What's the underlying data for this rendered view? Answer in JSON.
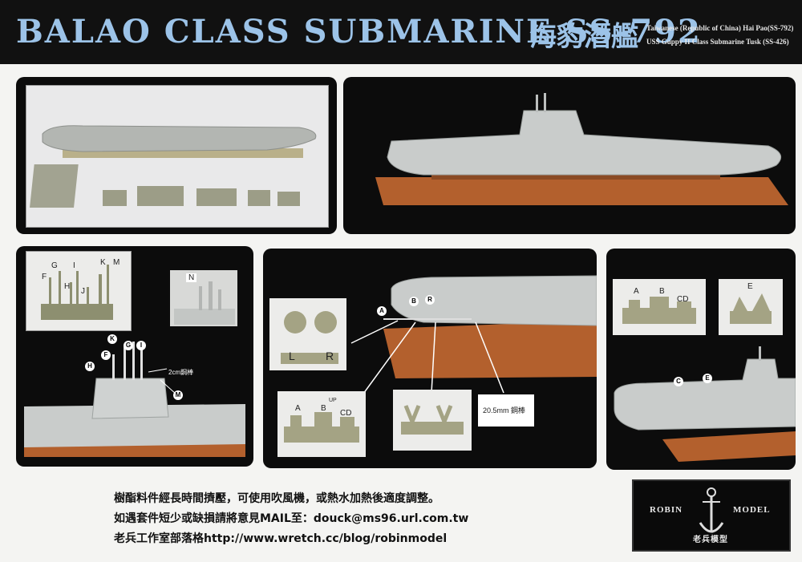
{
  "header": {
    "title": "BALAO CLASS SUBMARINE SS-792",
    "title_cn": "海豹潛艦",
    "subtitle_1": "Taiwanese (Republic of China) Hai Pao(SS-792)",
    "subtitle_2": "USS Guppy II Class Submarine Tusk (SS-426)"
  },
  "panel_mast": {
    "parts_labels": [
      "F",
      "G",
      "H",
      "I",
      "J",
      "K",
      "M"
    ],
    "part_n": "N",
    "sail_pins": [
      "K",
      "F",
      "G",
      "I",
      "H",
      "M"
    ],
    "rod_note": "2cm鋼棒"
  },
  "panel_stern": {
    "pins": [
      "A",
      "B",
      "R"
    ],
    "prop_labels": [
      "L",
      "R"
    ],
    "parts_labels": [
      "A",
      "B",
      "UP",
      "CD"
    ],
    "rod_label": "20.5mm 鋼棒"
  },
  "panel_right": {
    "parts_labels": [
      "A",
      "B",
      "CD"
    ],
    "part_e": "E",
    "pins": [
      "C",
      "E"
    ]
  },
  "footer": {
    "line_1": "樹酯料件經長時間擠壓，可使用吹風機，或熱水加熱後適度調整。",
    "line_2": "如遇套件短少或缺損請將意見MAIL至：douck@ms96.url.com.tw",
    "line_3": "老兵工作室部落格http://www.wretch.cc/blog/robinmodel"
  },
  "logo": {
    "left": "ROBIN",
    "right": "MODEL",
    "cn": "老兵模型"
  }
}
